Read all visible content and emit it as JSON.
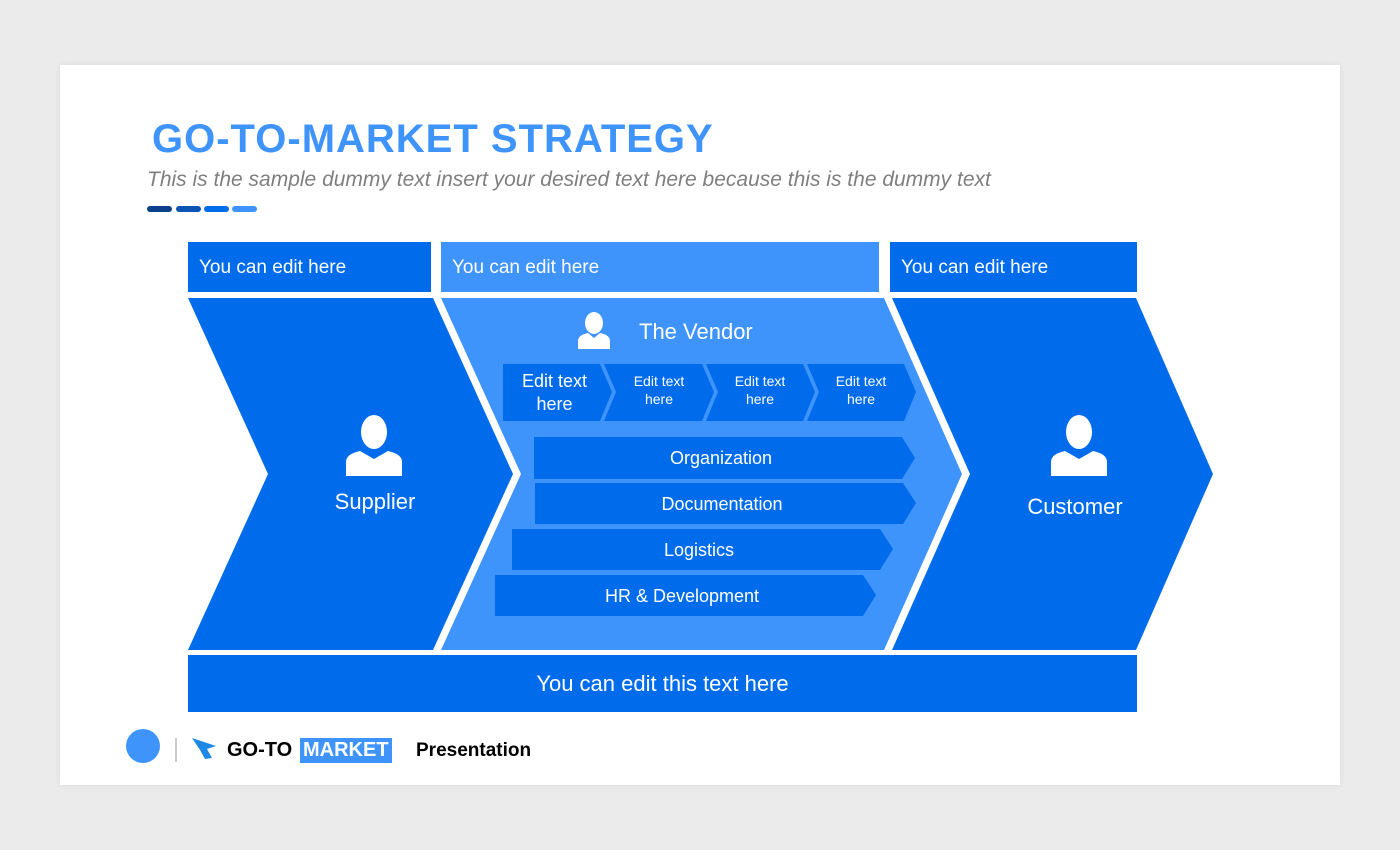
{
  "title": "GO-TO-MARKET STRATEGY",
  "subtitle": "This is the sample dummy text insert your desired text here because this is the dummy text",
  "colors": {
    "dark": "#006cec",
    "light": "#3f94fb"
  },
  "headers": [
    "You can edit here",
    "You can edit here",
    "You can edit here"
  ],
  "supplier": {
    "label": "Supplier",
    "icon": "person-icon"
  },
  "vendor": {
    "label": "The Vendor",
    "icon": "person-icon",
    "steps": [
      "Edit text here",
      "Edit text here",
      "Edit text here",
      "Edit text here"
    ],
    "bars": [
      "Organization",
      "Documentation",
      "Logistics",
      "HR & Development"
    ]
  },
  "customer": {
    "label": "Customer",
    "icon": "person-icon"
  },
  "bottom": "You can edit this text here",
  "footer": {
    "brand1": "GO-TO",
    "brand2": "MARKET",
    "suffix": "Presentation"
  }
}
